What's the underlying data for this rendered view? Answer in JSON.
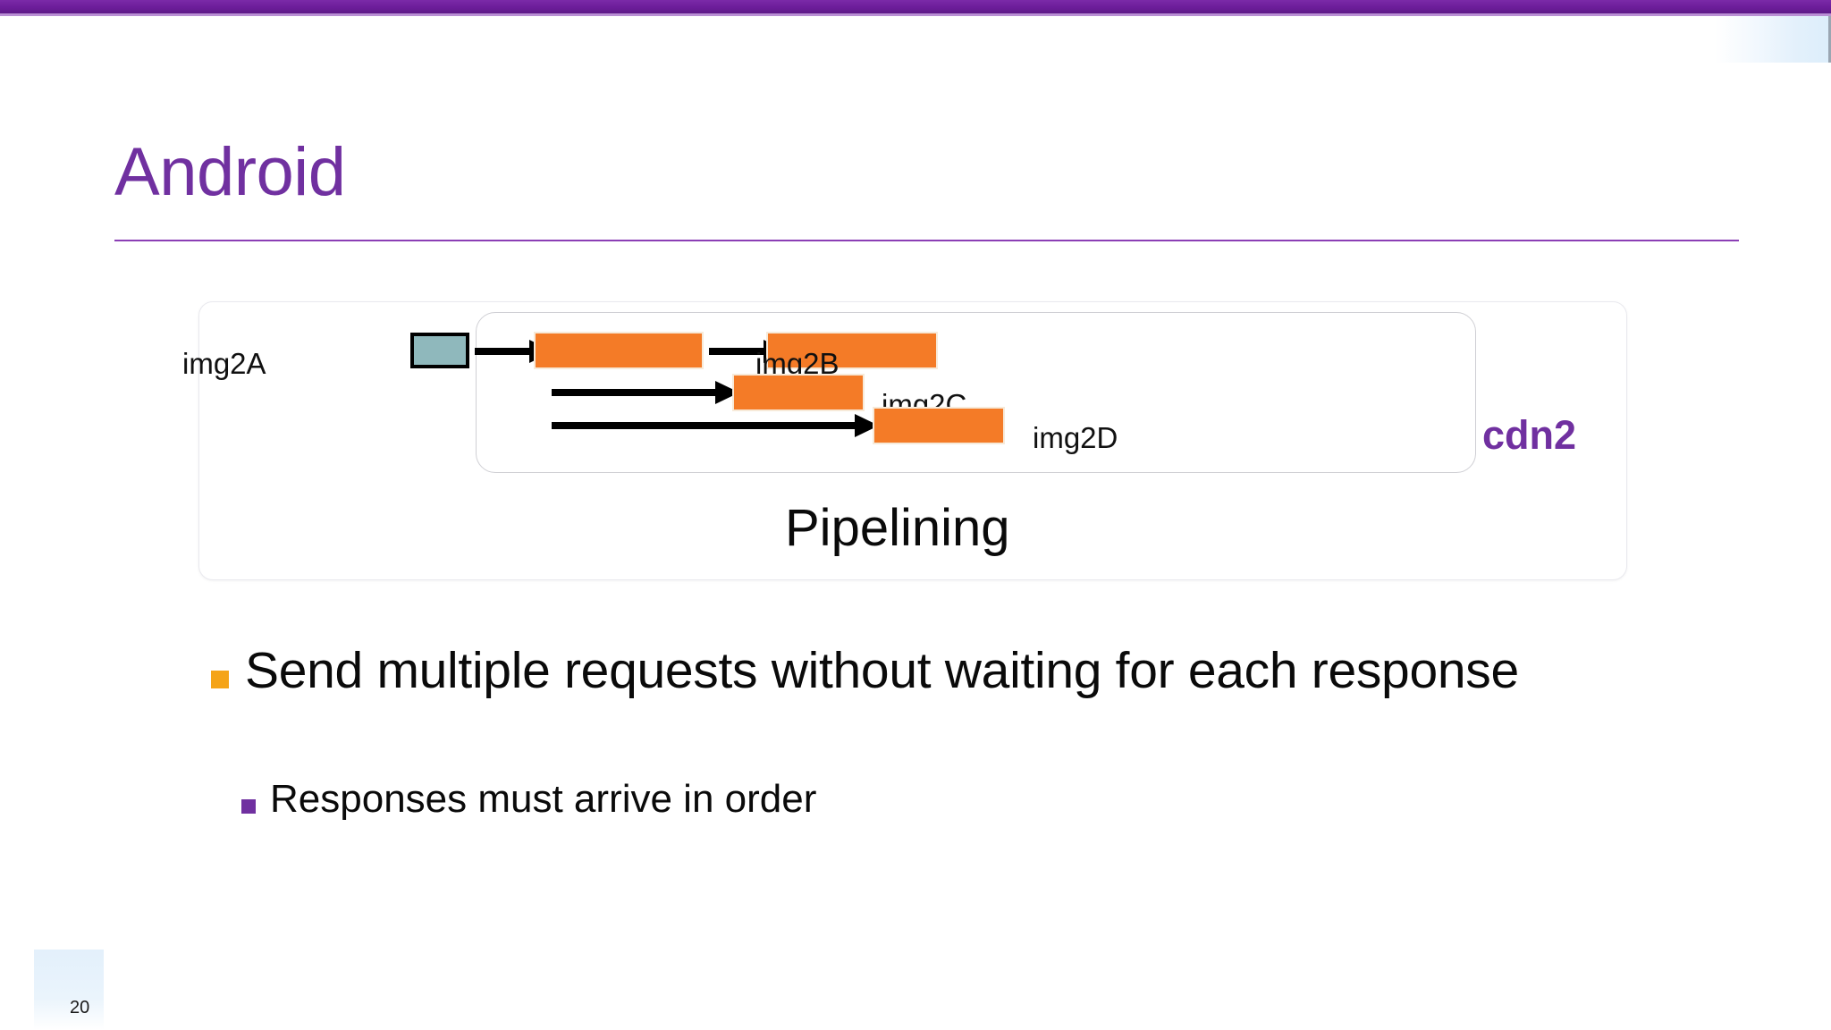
{
  "slide": {
    "title": "Android",
    "page_number": "20",
    "accent_color": "#7030A0",
    "band_color": "#6C1D9A",
    "bar_color": "#F47B27",
    "teal_color": "#8FB8BC",
    "bullet_l1_color": "#F5A418",
    "bullet_l2_color": "#7030A0"
  },
  "diagram": {
    "caption": "Pipelining",
    "cdn_label": "cdn2",
    "labels": {
      "img2A": "img2A",
      "img2B": "img2B",
      "img2C": "img2C",
      "img2D": "img2D"
    }
  },
  "body": {
    "bullet1": "Send multiple requests without waiting for each response",
    "bullet2": "Responses must arrive in order"
  }
}
